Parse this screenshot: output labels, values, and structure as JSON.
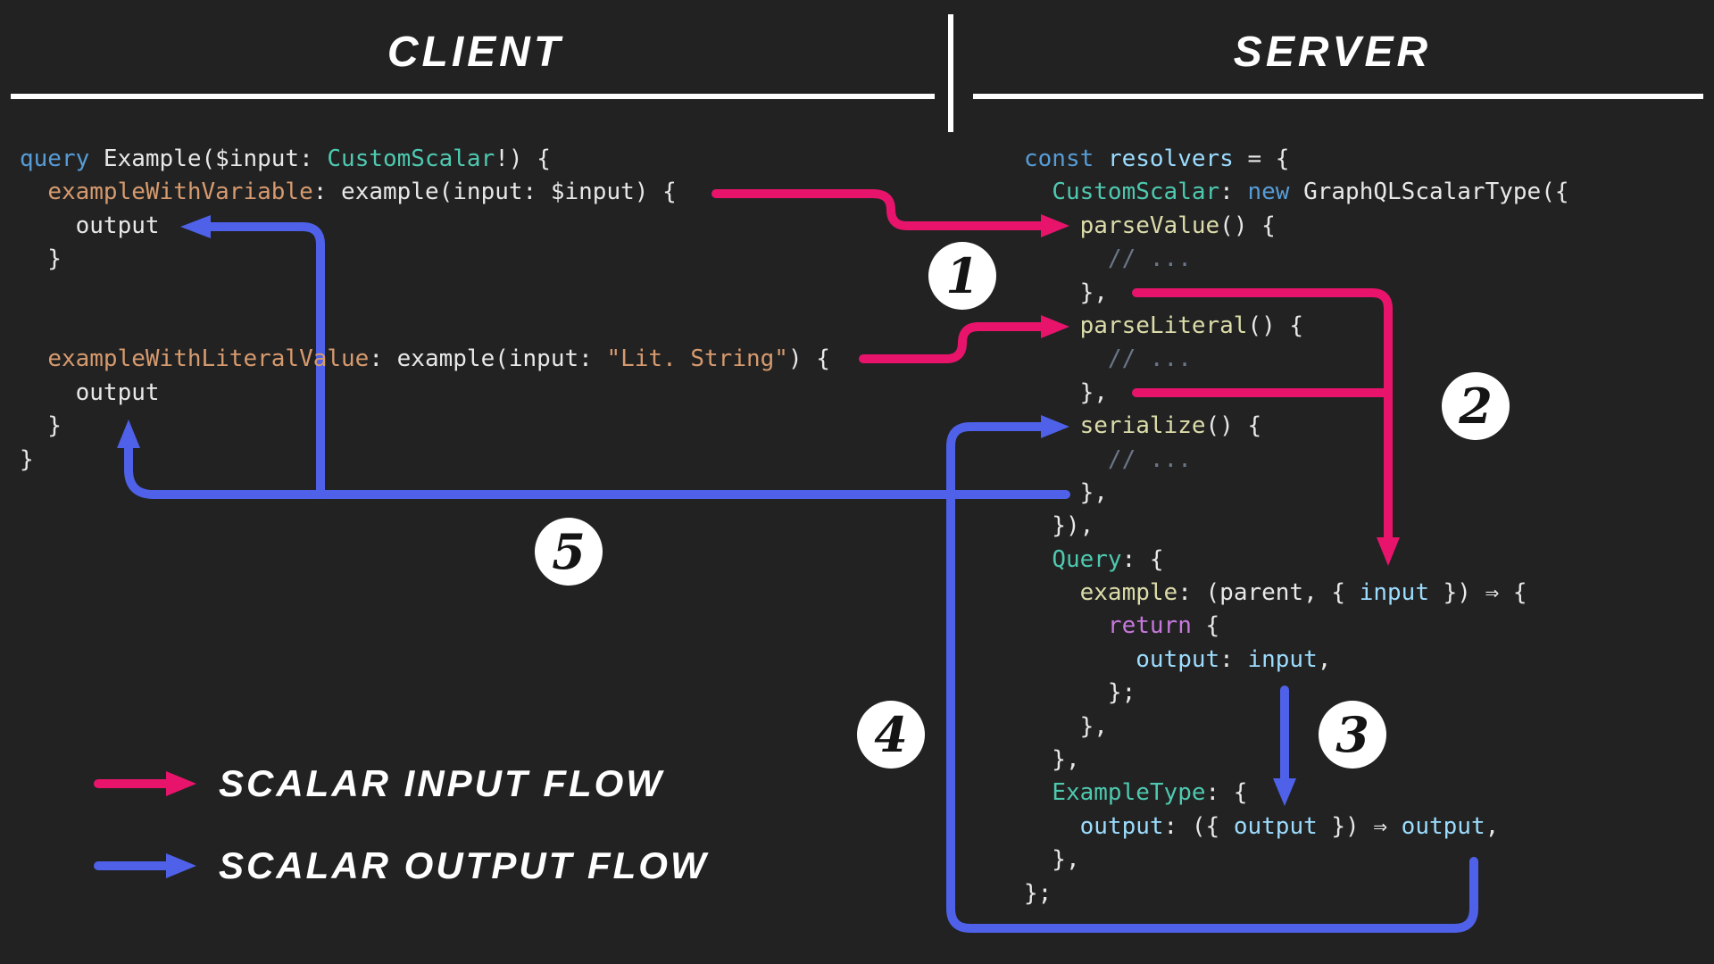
{
  "header": {
    "client_label": "CLIENT",
    "server_label": "SERVER"
  },
  "legend": {
    "items": [
      {
        "label": "SCALAR INPUT FLOW",
        "flow": "input",
        "arrow_icon": "right-arrow-pink"
      },
      {
        "label": "SCALAR OUTPUT FLOW",
        "flow": "output",
        "arrow_icon": "right-arrow-blue"
      }
    ]
  },
  "badges": [
    "1",
    "2",
    "3",
    "4",
    "5"
  ],
  "colors": {
    "background": "#222222",
    "line": "#ffffff",
    "flow-input": "#e8146c",
    "flow-output": "#4e61e8",
    "badge-bg": "#ffffff",
    "badge-text": "#141414",
    "code-kw": "#569cd6",
    "code-type": "#4ec9b0",
    "code-orange": "#d69a6e",
    "code-func": "#dcdcaa",
    "code-var": "#9cdcfe",
    "code-comment": "#6b7689",
    "code-purple": "#c678dd",
    "code-plain": "#e8e8e8"
  },
  "client_code": {
    "lines": [
      [
        {
          "t": "query",
          "c": "kw"
        },
        {
          "t": " Example($input: ",
          "c": "plain"
        },
        {
          "t": "CustomScalar",
          "c": "type"
        },
        {
          "t": "!) {",
          "c": "plain"
        }
      ],
      [
        {
          "t": "  ",
          "c": "plain"
        },
        {
          "t": "exampleWithVariable",
          "c": "orange"
        },
        {
          "t": ": example(input: $input) {",
          "c": "plain"
        }
      ],
      [
        {
          "t": "    output",
          "c": "plain"
        }
      ],
      [
        {
          "t": "  }",
          "c": "plain"
        }
      ],
      [],
      [],
      [
        {
          "t": "  ",
          "c": "plain"
        },
        {
          "t": "exampleWithLiteralValue",
          "c": "orange"
        },
        {
          "t": ": example(input: ",
          "c": "plain"
        },
        {
          "t": "\"Lit. String\"",
          "c": "orange"
        },
        {
          "t": ") {",
          "c": "plain"
        }
      ],
      [
        {
          "t": "    output",
          "c": "plain"
        }
      ],
      [
        {
          "t": "  }",
          "c": "plain"
        }
      ],
      [
        {
          "t": "}",
          "c": "plain"
        }
      ]
    ]
  },
  "server_code": {
    "lines": [
      [
        {
          "t": "const",
          "c": "kw"
        },
        {
          "t": " ",
          "c": "plain"
        },
        {
          "t": "resolvers",
          "c": "var"
        },
        {
          "t": " = {",
          "c": "plain"
        }
      ],
      [
        {
          "t": "  ",
          "c": "plain"
        },
        {
          "t": "CustomScalar",
          "c": "type"
        },
        {
          "t": ": ",
          "c": "plain"
        },
        {
          "t": "new",
          "c": "kw"
        },
        {
          "t": " GraphQLScalarType({",
          "c": "plain"
        }
      ],
      [
        {
          "t": "    ",
          "c": "plain"
        },
        {
          "t": "parseValue",
          "c": "func"
        },
        {
          "t": "() {",
          "c": "plain"
        }
      ],
      [
        {
          "t": "      ",
          "c": "plain"
        },
        {
          "t": "// ...",
          "c": "comment"
        }
      ],
      [
        {
          "t": "    },",
          "c": "plain"
        }
      ],
      [
        {
          "t": "    ",
          "c": "plain"
        },
        {
          "t": "parseLiteral",
          "c": "func"
        },
        {
          "t": "() {",
          "c": "plain"
        }
      ],
      [
        {
          "t": "      ",
          "c": "plain"
        },
        {
          "t": "// ...",
          "c": "comment"
        }
      ],
      [
        {
          "t": "    },",
          "c": "plain"
        }
      ],
      [
        {
          "t": "    ",
          "c": "plain"
        },
        {
          "t": "serialize",
          "c": "func"
        },
        {
          "t": "() {",
          "c": "plain"
        }
      ],
      [
        {
          "t": "      ",
          "c": "plain"
        },
        {
          "t": "// ...",
          "c": "comment"
        }
      ],
      [
        {
          "t": "    },",
          "c": "plain"
        }
      ],
      [
        {
          "t": "  }),",
          "c": "plain"
        }
      ],
      [
        {
          "t": "  ",
          "c": "plain"
        },
        {
          "t": "Query",
          "c": "type"
        },
        {
          "t": ": {",
          "c": "plain"
        }
      ],
      [
        {
          "t": "    ",
          "c": "plain"
        },
        {
          "t": "example",
          "c": "func"
        },
        {
          "t": ": (parent, { ",
          "c": "plain"
        },
        {
          "t": "input",
          "c": "var"
        },
        {
          "t": " }) ⇒ {",
          "c": "plain"
        }
      ],
      [
        {
          "t": "      ",
          "c": "plain"
        },
        {
          "t": "return",
          "c": "purple"
        },
        {
          "t": " {",
          "c": "plain"
        }
      ],
      [
        {
          "t": "        ",
          "c": "plain"
        },
        {
          "t": "output",
          "c": "var"
        },
        {
          "t": ": ",
          "c": "plain"
        },
        {
          "t": "input",
          "c": "var"
        },
        {
          "t": ",",
          "c": "plain"
        }
      ],
      [
        {
          "t": "      };",
          "c": "plain"
        }
      ],
      [
        {
          "t": "    },",
          "c": "plain"
        }
      ],
      [
        {
          "t": "  },",
          "c": "plain"
        }
      ],
      [
        {
          "t": "  ",
          "c": "plain"
        },
        {
          "t": "ExampleType",
          "c": "type"
        },
        {
          "t": ": {",
          "c": "plain"
        }
      ],
      [
        {
          "t": "    ",
          "c": "plain"
        },
        {
          "t": "output",
          "c": "var"
        },
        {
          "t": ": ({ ",
          "c": "plain"
        },
        {
          "t": "output",
          "c": "var"
        },
        {
          "t": " }) ⇒ ",
          "c": "plain"
        },
        {
          "t": "output",
          "c": "var"
        },
        {
          "t": ",",
          "c": "plain"
        }
      ],
      [
        {
          "t": "  },",
          "c": "plain"
        }
      ],
      [
        {
          "t": "};",
          "c": "plain"
        }
      ]
    ]
  }
}
